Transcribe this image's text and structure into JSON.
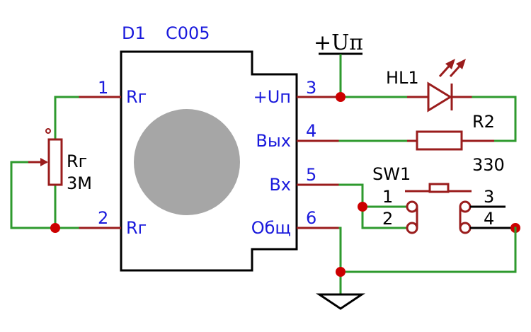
{
  "chip": {
    "designator": "D1",
    "part": "C005"
  },
  "pins": {
    "p1": {
      "num": "1",
      "name": "Rг"
    },
    "p2": {
      "num": "2",
      "name": "Rг"
    },
    "p3": {
      "num": "3",
      "name": "+Uп"
    },
    "p4": {
      "num": "4",
      "name": "Вых"
    },
    "p5": {
      "num": "5",
      "name": "Вх"
    },
    "p6": {
      "num": "6",
      "name": "Общ"
    }
  },
  "supply": {
    "label": "+Uп"
  },
  "potentiometer": {
    "name": "Rг",
    "value": "3М"
  },
  "led": {
    "name": "HL1"
  },
  "resistor": {
    "name": "R2",
    "value": "330"
  },
  "switch": {
    "name": "SW1",
    "contacts": [
      "1",
      "2",
      "3",
      "4"
    ]
  },
  "colors": {
    "wire": "#2e9a2e",
    "pin": "#9a1c1c",
    "label": "#1a1adc",
    "node": "#cc0000",
    "blob": "#a6a6a6"
  }
}
